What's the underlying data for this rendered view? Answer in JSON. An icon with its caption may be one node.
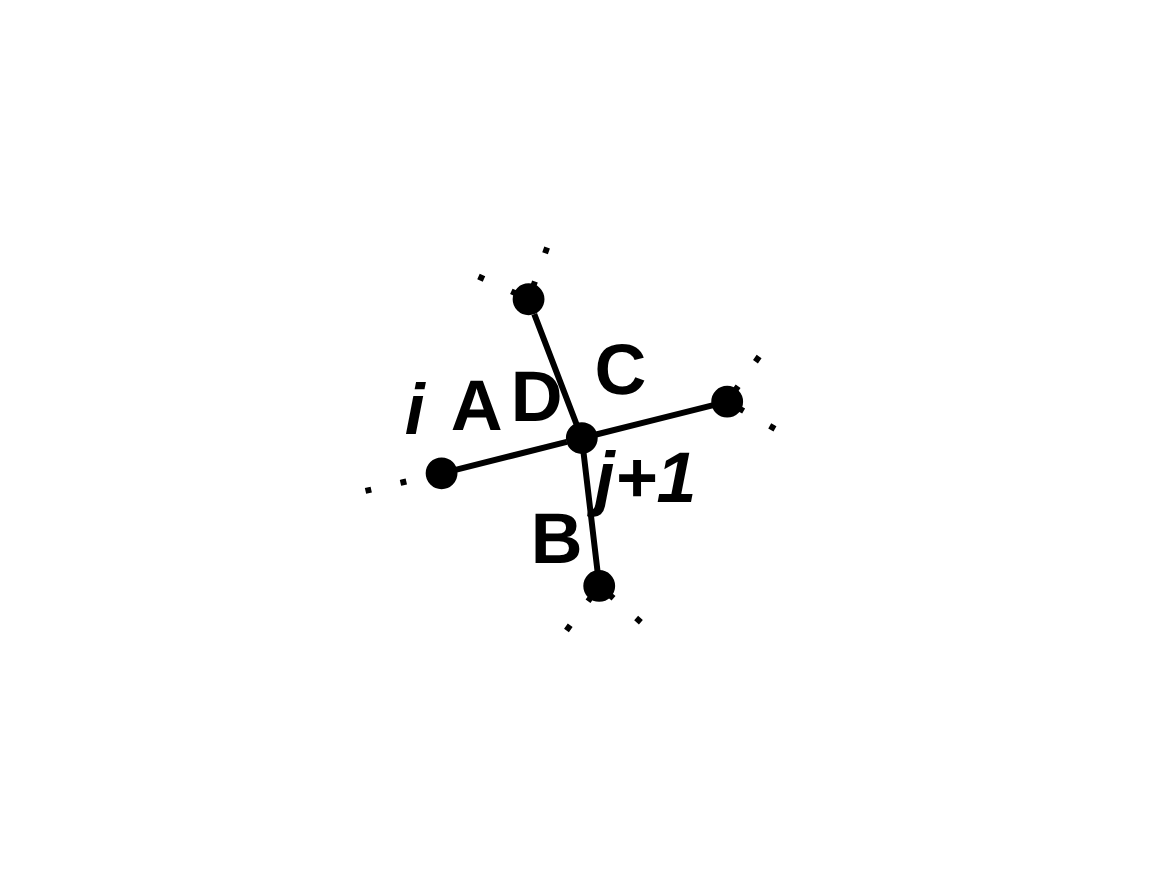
{
  "diagram": {
    "nodes": [
      {
        "text": [],
        "shape": "circle",
        "beside": [
          "i"
        ]
      },
      {
        "text": [],
        "shape": "circle",
        "beside": [
          "j+1"
        ]
      },
      {
        "text": [],
        "shape": "circle"
      },
      {
        "text": [],
        "shape": "circle"
      },
      {
        "text": [],
        "shape": "circle"
      }
    ],
    "edges": [
      {
        "from": 0,
        "to": 1,
        "arrow": "none",
        "label": "A"
      },
      {
        "from": 1,
        "to": 2,
        "arrow": "none",
        "label": "B"
      },
      {
        "from": 1,
        "to": 3,
        "arrow": "none",
        "label": "C"
      },
      {
        "from": 1,
        "to": 4,
        "arrow": "none",
        "label": "D"
      },
      {
        "from": null,
        "to": 0,
        "arrow": "none",
        "style": "dashed"
      },
      {
        "from": 2,
        "to": null,
        "arrow": "none",
        "style": "dashed"
      },
      {
        "from": 2,
        "to": null,
        "arrow": "none",
        "style": "dashed"
      },
      {
        "from": 3,
        "to": null,
        "arrow": "none",
        "style": "dashed"
      },
      {
        "from": 3,
        "to": null,
        "arrow": "none",
        "style": "dashed"
      },
      {
        "from": 4,
        "to": null,
        "arrow": "none",
        "style": "dashed"
      },
      {
        "from": 4,
        "to": null,
        "arrow": "none",
        "style": "dashed"
      }
    ]
  }
}
